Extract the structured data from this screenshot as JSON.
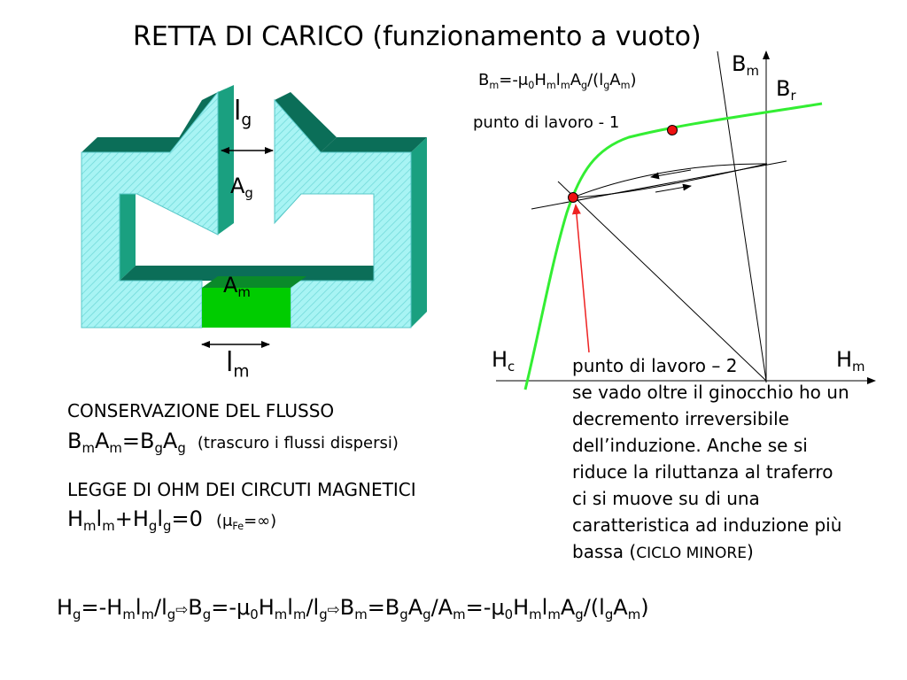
{
  "title": "RETTA DI CARICO (funzionamento a vuoto)",
  "labels": {
    "lg": {
      "base": "l",
      "sub": "g"
    },
    "Ag": {
      "base": "A",
      "sub": "g"
    },
    "Am": {
      "base": "A",
      "sub": "m"
    },
    "lm": {
      "base": "l",
      "sub": "m"
    },
    "Bm_axis": {
      "base": "B",
      "sub": "m"
    },
    "Br": {
      "base": "B",
      "sub": "r"
    },
    "Hc": {
      "base": "H",
      "sub": "c"
    },
    "Hm_axis": {
      "base": "H",
      "sub": "m"
    }
  },
  "load_line_formula": [
    {
      "t": "B"
    },
    {
      "s": "m"
    },
    {
      "t": "=-μ"
    },
    {
      "s": "0"
    },
    {
      "t": "H"
    },
    {
      "s": "m"
    },
    {
      "t": "l"
    },
    {
      "s": "m"
    },
    {
      "t": "A"
    },
    {
      "s": "g"
    },
    {
      "t": "/(l"
    },
    {
      "s": "g"
    },
    {
      "t": "A"
    },
    {
      "s": "m"
    },
    {
      "t": ")"
    }
  ],
  "working_point_1": "punto di lavoro - 1",
  "working_point_2_paragraph": [
    "punto di lavoro – 2",
    "se vado oltre il ginocchio ho un",
    "decremento irreversibile",
    "dell’induzione. Anche se si",
    "riduce la riluttanza al traferro",
    "ci si muove su di una",
    "caratteristica ad induzione più"
  ],
  "working_point_2_last_prefix": "bassa (",
  "working_point_2_last_smallcaps": "CICLO MINORE",
  "working_point_2_last_suffix": ")",
  "flux_heading": "CONSERVAZIONE DEL FLUSSO",
  "flux_equation": [
    {
      "t": "B"
    },
    {
      "s": "m"
    },
    {
      "t": "A"
    },
    {
      "s": "m"
    },
    {
      "t": "=B"
    },
    {
      "s": "g"
    },
    {
      "t": "A"
    },
    {
      "s": "g"
    }
  ],
  "flux_note": "(trascuro i flussi dispersi)",
  "ohm_heading": "LEGGE DI OHM DEI CIRCUTI MAGNETICI",
  "ohm_equation": [
    {
      "t": "H"
    },
    {
      "s": "m"
    },
    {
      "t": "l"
    },
    {
      "s": "m"
    },
    {
      "t": "+H"
    },
    {
      "s": "g"
    },
    {
      "t": "l"
    },
    {
      "s": "g"
    },
    {
      "t": "=0"
    }
  ],
  "ohm_note": [
    {
      "t": "(μ"
    },
    {
      "s": "Fe"
    },
    {
      "t": "=∞)"
    }
  ],
  "bottom_equation": [
    {
      "t": "H"
    },
    {
      "s": "g"
    },
    {
      "t": "=-H"
    },
    {
      "s": "m"
    },
    {
      "t": "l"
    },
    {
      "s": "m"
    },
    {
      "t": "/l"
    },
    {
      "s": "g"
    },
    {
      "t": "⇨"
    },
    {
      "t": "B"
    },
    {
      "s": "g"
    },
    {
      "t": "=-μ"
    },
    {
      "s": "0"
    },
    {
      "t": "H"
    },
    {
      "s": "m"
    },
    {
      "t": "l"
    },
    {
      "s": "m"
    },
    {
      "t": "/l"
    },
    {
      "s": "g"
    },
    {
      "t": "⇨"
    },
    {
      "t": "B"
    },
    {
      "s": "m"
    },
    {
      "t": "=B"
    },
    {
      "s": "g"
    },
    {
      "t": "A"
    },
    {
      "s": "g"
    },
    {
      "t": "/A"
    },
    {
      "s": "m"
    },
    {
      "t": "=-μ"
    },
    {
      "s": "0"
    },
    {
      "t": "H"
    },
    {
      "s": "m"
    },
    {
      "t": "l"
    },
    {
      "s": "m"
    },
    {
      "t": "A"
    },
    {
      "s": "g"
    },
    {
      "t": "/(l"
    },
    {
      "s": "g"
    },
    {
      "t": "A"
    },
    {
      "s": "m"
    },
    {
      "t": ")"
    }
  ],
  "colors": {
    "core_face": "#9ef0f0",
    "core_side": "#1aa080",
    "core_top": "#0b6e58",
    "magnet": "#00cc00",
    "bh_curve": "#33ee33",
    "working_point": "#ee1111",
    "pointer_arrow": "#ee2222"
  }
}
